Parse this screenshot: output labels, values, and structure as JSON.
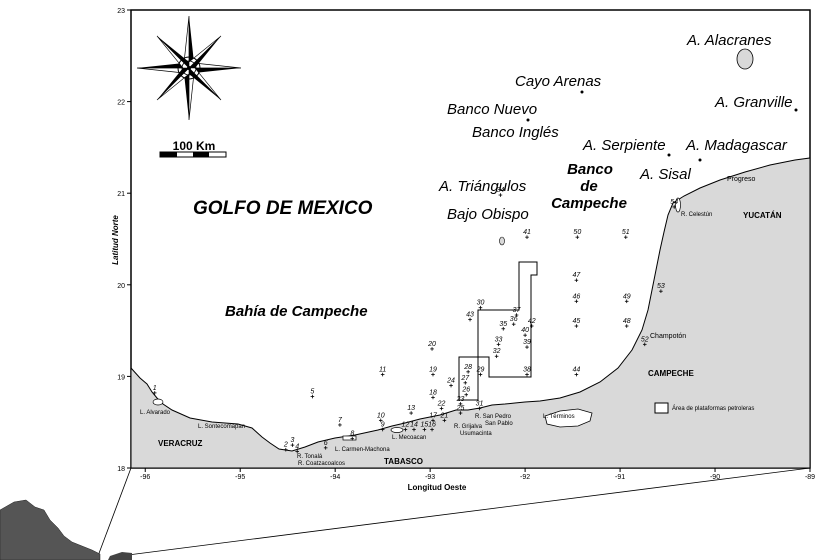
{
  "map": {
    "axes": {
      "y_title": "Latitud Norte",
      "x_title": "Longitud Oeste",
      "y_ticks": [
        "23",
        "22",
        "21",
        "20",
        "19",
        "18"
      ],
      "x_ticks": [
        "-96",
        "-95",
        "-94",
        "-93",
        "-92",
        "-91",
        "-90",
        "-89"
      ]
    },
    "scale_bar": "100 Km",
    "places": {
      "alacranes": "A. Alacranes",
      "cayo_arenas": "Cayo Arenas",
      "granville": "A. Granville",
      "banco_nuevo": "Banco Nuevo",
      "banco_ingles": "Banco Inglés",
      "serpiente": "A. Serpiente",
      "madagascar": "A. Madagascar",
      "banco_campeche_1": "Banco",
      "banco_campeche_2": "de",
      "banco_campeche_3": "Campeche",
      "sisal": "A. Sisal",
      "progreso": "Progreso",
      "triangulos": "A. Triángulos",
      "bajo_obispo": "Bajo Obispo",
      "golfo": "GOLFO DE MEXICO",
      "yucatan": "YUCATÁN",
      "celestun": "R. Celestún",
      "bahia": "Bahía de Campeche",
      "champoton": "Champotón",
      "campeche": "CAMPECHE",
      "alvarado": "L. Alvarado",
      "sontecomapan": "L. Sontecomapan",
      "veracruz": "VERACRUZ",
      "tonala": "R. Tonalá",
      "coatzacoalcos": "R. Coatzacoalcos",
      "carmen_machona": "L. Carmen-Machona",
      "mecoacan": "L. Mecoacan",
      "tabasco": "TABASCO",
      "grijalva_1": "R. Grijalva",
      "grijalva_2": "Usumacinta",
      "san_pedro_1": "R. San Pedro",
      "san_pedro_2": "San Pablo",
      "terminos": "L. Términos",
      "platform_legend": "Área de plataformas petroleras"
    },
    "stations": [
      {
        "id": "1",
        "lon": -95.9,
        "lat": 18.82
      },
      {
        "id": "2",
        "lon": -94.52,
        "lat": 18.2
      },
      {
        "id": "3",
        "lon": -94.45,
        "lat": 18.25
      },
      {
        "id": "4",
        "lon": -94.4,
        "lat": 18.18
      },
      {
        "id": "5",
        "lon": -94.24,
        "lat": 18.78
      },
      {
        "id": "6",
        "lon": -94.1,
        "lat": 18.22
      },
      {
        "id": "7",
        "lon": -93.95,
        "lat": 18.47
      },
      {
        "id": "8",
        "lon": -93.82,
        "lat": 18.32
      },
      {
        "id": "9",
        "lon": -93.5,
        "lat": 18.42
      },
      {
        "id": "10",
        "lon": -93.52,
        "lat": 18.52
      },
      {
        "id": "11",
        "lon": -93.5,
        "lat": 19.02
      },
      {
        "id": "12",
        "lon": -93.26,
        "lat": 18.42
      },
      {
        "id": "13",
        "lon": -93.2,
        "lat": 18.6
      },
      {
        "id": "14",
        "lon": -93.17,
        "lat": 18.42
      },
      {
        "id": "15",
        "lon": -93.06,
        "lat": 18.42
      },
      {
        "id": "16",
        "lon": -92.98,
        "lat": 18.42
      },
      {
        "id": "17",
        "lon": -92.97,
        "lat": 18.52
      },
      {
        "id": "18",
        "lon": -92.97,
        "lat": 18.77
      },
      {
        "id": "19",
        "lon": -92.97,
        "lat": 19.02
      },
      {
        "id": "20",
        "lon": -92.98,
        "lat": 19.3
      },
      {
        "id": "21",
        "lon": -92.85,
        "lat": 18.52
      },
      {
        "id": "22",
        "lon": -92.88,
        "lat": 18.65
      },
      {
        "id": "23",
        "lon": -92.68,
        "lat": 18.7
      },
      {
        "id": "24",
        "lon": -92.78,
        "lat": 18.9
      },
      {
        "id": "25",
        "lon": -92.68,
        "lat": 18.6
      },
      {
        "id": "26",
        "lon": -92.62,
        "lat": 18.8
      },
      {
        "id": "27",
        "lon": -92.63,
        "lat": 18.93
      },
      {
        "id": "28",
        "lon": -92.6,
        "lat": 19.05
      },
      {
        "id": "29",
        "lon": -92.47,
        "lat": 19.02
      },
      {
        "id": "30",
        "lon": -92.47,
        "lat": 19.75
      },
      {
        "id": "31",
        "lon": -92.48,
        "lat": 18.65
      },
      {
        "id": "32",
        "lon": -92.3,
        "lat": 19.22
      },
      {
        "id": "33",
        "lon": -92.28,
        "lat": 19.35
      },
      {
        "id": "34",
        "lon": -92.26,
        "lat": 20.98
      },
      {
        "id": "35",
        "lon": -92.23,
        "lat": 19.52
      },
      {
        "id": "36",
        "lon": -92.12,
        "lat": 19.57
      },
      {
        "id": "37",
        "lon": -92.09,
        "lat": 19.67
      },
      {
        "id": "38",
        "lon": -91.98,
        "lat": 19.02
      },
      {
        "id": "39",
        "lon": -91.98,
        "lat": 19.32
      },
      {
        "id": "40",
        "lon": -92.0,
        "lat": 19.45
      },
      {
        "id": "41",
        "lon": -91.98,
        "lat": 20.52
      },
      {
        "id": "42",
        "lon": -91.93,
        "lat": 19.55
      },
      {
        "id": "43",
        "lon": -92.58,
        "lat": 19.62
      },
      {
        "id": "44",
        "lon": -91.46,
        "lat": 19.02
      },
      {
        "id": "45",
        "lon": -91.46,
        "lat": 19.55
      },
      {
        "id": "46",
        "lon": -91.46,
        "lat": 19.82
      },
      {
        "id": "47",
        "lon": -91.46,
        "lat": 20.05
      },
      {
        "id": "48",
        "lon": -90.93,
        "lat": 19.55
      },
      {
        "id": "49",
        "lon": -90.93,
        "lat": 19.82
      },
      {
        "id": "50",
        "lon": -91.45,
        "lat": 20.52
      },
      {
        "id": "51",
        "lon": -90.94,
        "lat": 20.52
      },
      {
        "id": "52",
        "lon": -90.74,
        "lat": 19.35
      },
      {
        "id": "53",
        "lon": -90.57,
        "lat": 19.93
      },
      {
        "id": "54",
        "lon": -90.43,
        "lat": 20.85
      }
    ]
  }
}
